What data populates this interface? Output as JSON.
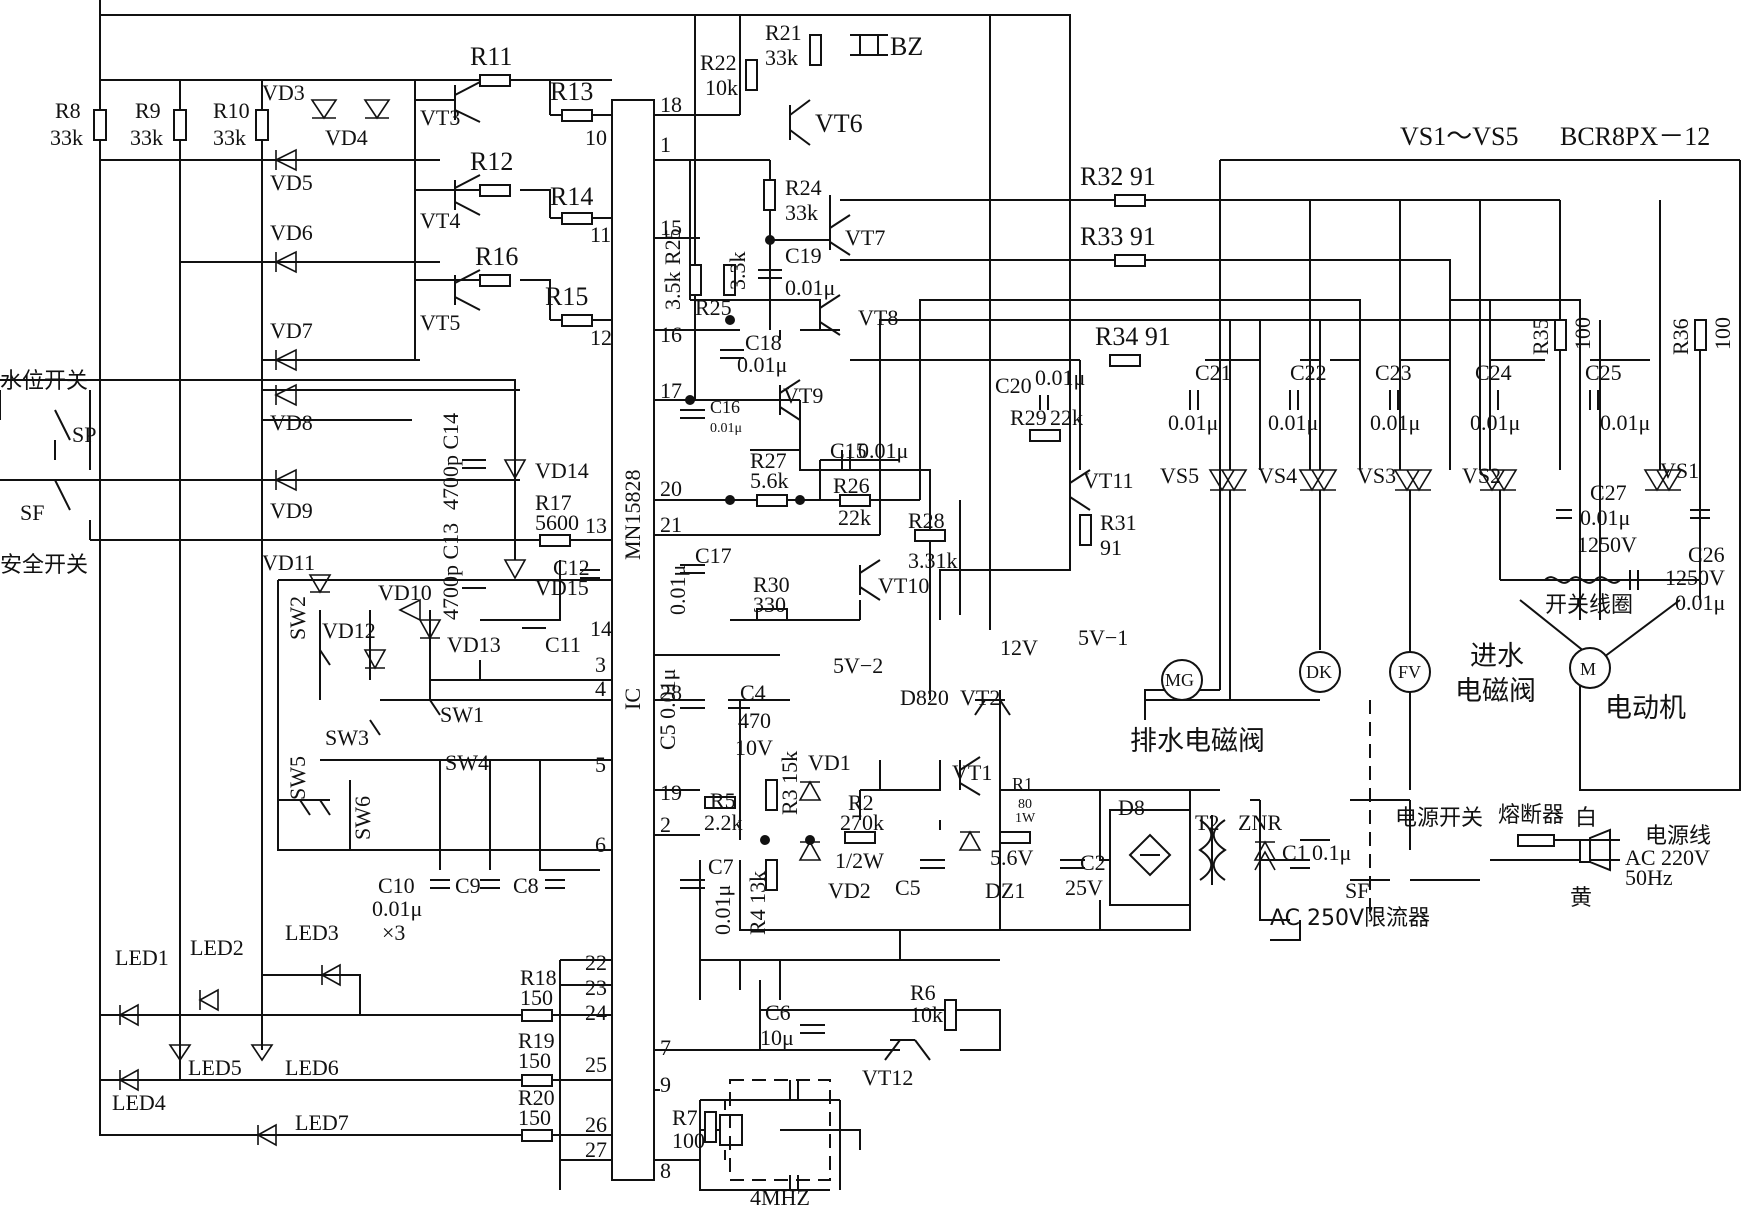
{
  "ic": {
    "ref": "IC",
    "part": "MN15828"
  },
  "pins": {
    "p18": "18",
    "p1": "1",
    "p10": "10",
    "p11": "11",
    "p12": "12",
    "p15": "15",
    "p16": "16",
    "p17": "17",
    "p20": "20",
    "p21": "21",
    "p13": "13",
    "p14": "14",
    "p3": "3",
    "p4": "4",
    "p5": "5",
    "p6": "6",
    "p28": "28",
    "p19": "19",
    "p2": "2",
    "p22": "22",
    "p23": "23",
    "p24": "24",
    "p25": "25",
    "p26": "26",
    "p27": "27",
    "p7": "7",
    "p9": "9",
    "p8": "8"
  },
  "res": {
    "r8": "R8",
    "r8v": "33k",
    "r9": "R9",
    "r9v": "33k",
    "r10": "R10",
    "r10v": "33k",
    "r11": "R11",
    "r12": "R12",
    "r13": "R13",
    "r14": "R14",
    "r15": "R15",
    "r16": "R16",
    "r17": "R17",
    "r17v": "5600",
    "r18": "R18",
    "r18v": "150",
    "r19": "R19",
    "r19v": "150",
    "r20": "R20",
    "r20v": "150",
    "r21": "R21",
    "r21v": "33k",
    "r22": "R22",
    "r22v": "10k",
    "r24": "R24",
    "r24v": "33k",
    "r25a": "R25",
    "r25av": "3.5k",
    "r25b": "R25",
    "r25bv": "3.3k",
    "r26": "R26",
    "r26v": "22k",
    "r27": "R27",
    "r27v": "5.6k",
    "r28": "R28",
    "r28v": "3.31k",
    "r30": "R30",
    "r30v": "330",
    "r29": "R29",
    "r29v": "22k",
    "r31": "R31",
    "r31v": "91",
    "r32": "R32 91",
    "r33": "R33 91",
    "r34": "R34 91",
    "r35": "R35",
    "r35v": "100",
    "r36": "R36",
    "r36v": "100",
    "r5": "R5",
    "r5v": "2.2k",
    "r3": "R3 15k",
    "r4": "R4 13k",
    "r2": "R2",
    "r2v": "270k",
    "r2p": "1/2W",
    "r1": "R1",
    "r1v": "80",
    "r1p": "1W",
    "r6": "R6",
    "r6v": "10k",
    "r7": "R7",
    "r7v": "100"
  },
  "caps": {
    "c14": "4700p C14",
    "c13": "4700p C13",
    "c12": "C12",
    "c11": "C11",
    "c10": "C10",
    "c10v": "0.01μ",
    "c10n": "×3",
    "c9": "C9",
    "c8": "C8",
    "c19": "C19",
    "c19v": "0.01μ",
    "c18": "C18",
    "c18v": "0.01μ",
    "c16": "C16",
    "c16v": "0.01μ",
    "c15": "C15",
    "c15v": "0.01μ",
    "c17": "C17",
    "c17v": "0.01μ",
    "c20": "C20",
    "c20v": "0.01μ",
    "c21": "C21",
    "c22": "C22",
    "c23": "C23",
    "c24": "C24",
    "c25": "C25",
    "cxv": "0.01μ",
    "c27": "C27",
    "c27v": "0.01μ",
    "c27u": "1250V",
    "c26": "C26",
    "c26u": "1250V",
    "c26v": "0.01μ",
    "c4": "C4",
    "c4v": "470",
    "c4u": "10V",
    "c5": "C5 0.01μ",
    "c7": "C7",
    "c7v": "0.01μ",
    "c5b": "C5",
    "c2": "C2",
    "c2v": "25V",
    "c1": "C1",
    "c1v": "0.1μ",
    "c6": "C6",
    "c6v": "10μ"
  },
  "semis": {
    "vt3": "VT3",
    "vt4": "VT4",
    "vt5": "VT5",
    "vt6": "VT6",
    "vt7": "VT7",
    "vt8": "VT8",
    "vt9": "VT9",
    "vt10": "VT10",
    "vt11": "VT11",
    "vt12": "VT12",
    "vt1": "VT1",
    "vt2": "VT2",
    "d820": "D820",
    "vd3": "VD3",
    "vd4": "VD4",
    "vd5": "VD5",
    "vd6": "VD6",
    "vd7": "VD7",
    "vd8": "VD8",
    "vd9": "VD9",
    "vd10": "VD10",
    "vd11": "VD11",
    "vd12": "VD12",
    "vd13": "VD13",
    "vd14": "VD14",
    "vd15": "VD15",
    "vd1": "VD1",
    "vd2": "VD2",
    "dz1": "DZ1",
    "dz1v": "5.6V",
    "d8": "D8",
    "t2": "T2",
    "znr": "ZNR",
    "vs1": "VS1",
    "vs2": "VS2",
    "vs3": "VS3",
    "vs4": "VS4",
    "vs5": "VS5",
    "vsrange": "VS1～VS5",
    "vspart": "BCR8PX－12",
    "led1": "LED1",
    "led2": "LED2",
    "led3": "LED3",
    "led4": "LED4",
    "led5": "LED5",
    "led6": "LED6",
    "led7": "LED7"
  },
  "switches": {
    "sw1": "SW1",
    "sw2": "SW2",
    "sw3": "SW3",
    "sw4": "SW4",
    "sw5": "SW5",
    "sw6": "SW6",
    "sp": "SP",
    "sf": "SF",
    "sf2": "SF"
  },
  "misc": {
    "bz": "BZ",
    "xtal": "4MHZ",
    "v5_1": "5V−1",
    "v5_2": "5V−2",
    "v12": "12V",
    "mg": "MG",
    "dk": "DK",
    "fv": "FV",
    "m": "M"
  },
  "cn": {
    "water_switch": "水位开关",
    "safety_switch": "安全开关",
    "drain_valve": "排水电磁阀",
    "inlet_valve_1": "进水",
    "inlet_valve_2": "电磁阀",
    "motor": "电动机",
    "switch_coil": "开关线圈",
    "power_switch": "电源开关",
    "fuse": "熔断器",
    "white": "白",
    "yellow": "黄",
    "power_cord": "电源线",
    "ac_in": "AC 220V",
    "freq": "50Hz",
    "limiter": "AC 250V限流器"
  }
}
